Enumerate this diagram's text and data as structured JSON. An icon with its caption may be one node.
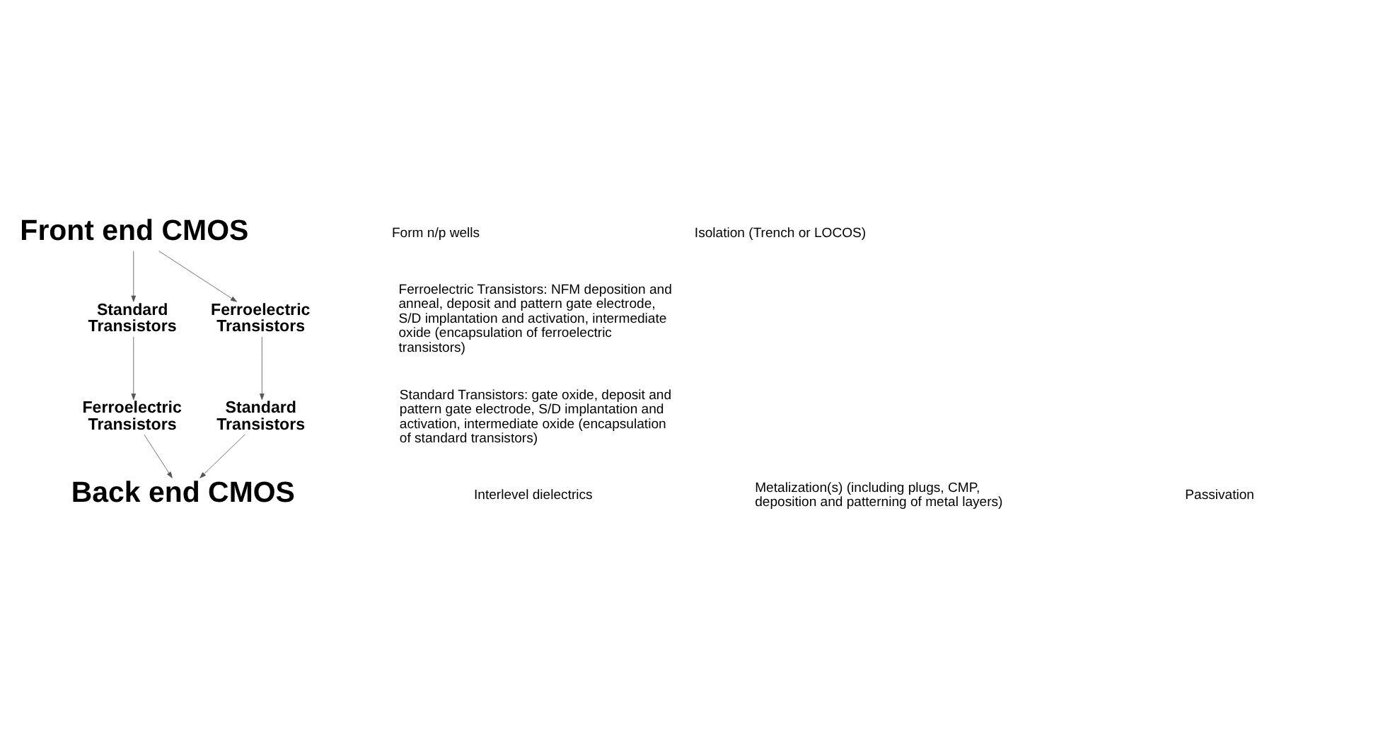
{
  "diagram": {
    "nodes": [
      {
        "text": [
          "Front end CMOS"
        ]
      },
      {
        "text": [
          "Standard Transistors"
        ]
      },
      {
        "text": [
          "Ferroelectric Transistors"
        ]
      },
      {
        "text": [
          "Ferroelectric Transistors"
        ]
      },
      {
        "text": [
          "Standard Transistors"
        ]
      },
      {
        "text": [
          "Back end CMOS"
        ]
      }
    ],
    "edges": [
      {
        "from": 0,
        "to": 1,
        "arrow": "to"
      },
      {
        "from": 0,
        "to": 2,
        "arrow": "to"
      },
      {
        "from": 1,
        "to": 3,
        "arrow": "to"
      },
      {
        "from": 2,
        "to": 4,
        "arrow": "to"
      },
      {
        "from": 3,
        "to": 5,
        "arrow": "to"
      },
      {
        "from": 4,
        "to": 5,
        "arrow": "to"
      }
    ],
    "labels": [
      "Form n/p wells",
      "Isolation (Trench or LOCOS)",
      "Ferroelectric Transistors: NFM deposition and anneal, deposit and pattern gate electrode, S/D implantation and activation, intermediate oxide (encapsulation of ferroelectric transistors)",
      "Standard Transistors: gate oxide, deposit and pattern gate electrode, S/D implantation and activation, intermediate oxide (encapsulation of standard transistors)",
      "Interlevel dielectrics",
      "Metalization(s) (including plugs, CMP, deposition and patterning of metal layers)",
      "Passivation"
    ]
  }
}
